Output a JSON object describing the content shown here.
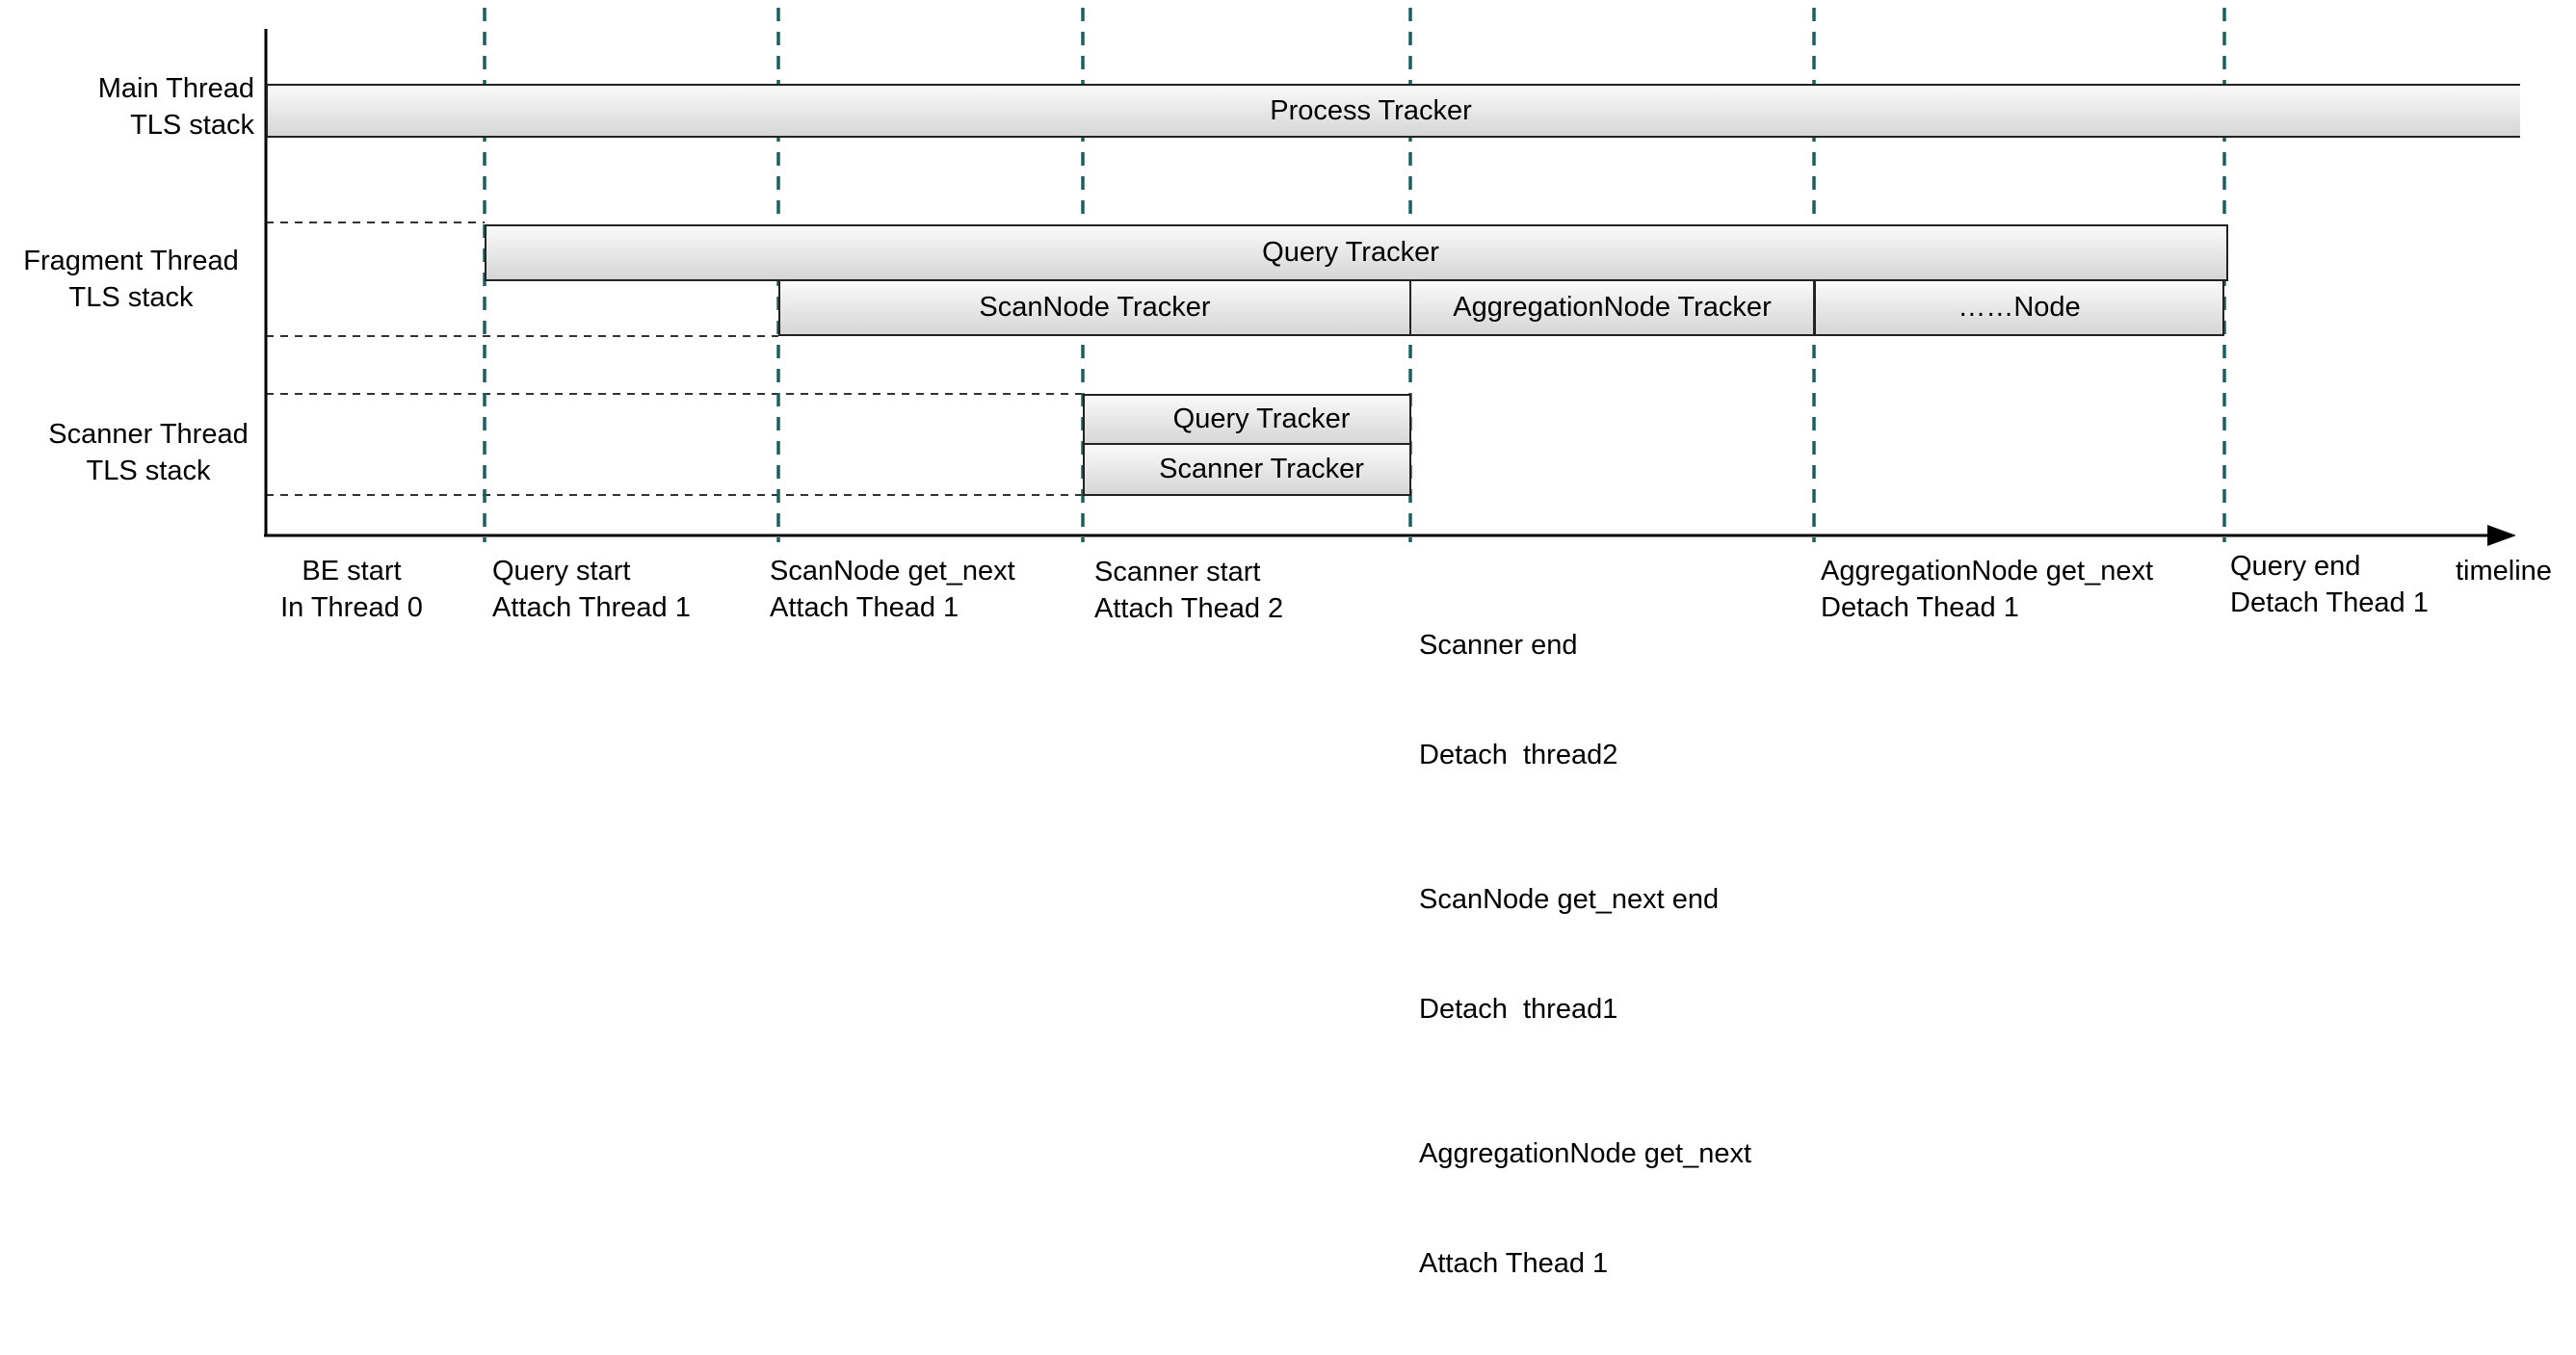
{
  "rows": {
    "main": {
      "line1": "Main Thread",
      "line2": "TLS stack"
    },
    "fragment": {
      "line1": "Fragment Thread",
      "line2": "TLS stack"
    },
    "scanner": {
      "line1": "Scanner Thread",
      "line2": "TLS stack"
    }
  },
  "trackers": {
    "process": "Process Tracker",
    "query_fragment": "Query Tracker",
    "scannode": "ScanNode Tracker",
    "aggregationnode": "AggregationNode Tracker",
    "othernode": "……Node",
    "query_scanner": "Query Tracker",
    "scanner": "Scanner Tracker"
  },
  "axis": {
    "label": "timeline"
  },
  "events": [
    {
      "line1": "BE start",
      "line2": "In Thread 0"
    },
    {
      "line1": "Query start",
      "line2": "Attach Thread 1"
    },
    {
      "line1": "ScanNode get_next",
      "line2": "Attach Thead 1"
    },
    {
      "line1": "Scanner start",
      "line2": "Attach Thead 2"
    },
    {
      "line1": "Scanner end",
      "line2": "Detach  thread2",
      "line3": "ScanNode get_next end",
      "line4": "Detach  thread1",
      "line5": "AggregationNode get_next",
      "line6": "Attach Thead 1"
    },
    {
      "line1": "AggregationNode get_next",
      "line2": "Detach Thead 1"
    },
    {
      "line1": "Query end",
      "line2": "Detach Thead 1"
    }
  ],
  "colors": {
    "marker": "#1a6060",
    "guide": "#333333",
    "axis": "#000000"
  }
}
